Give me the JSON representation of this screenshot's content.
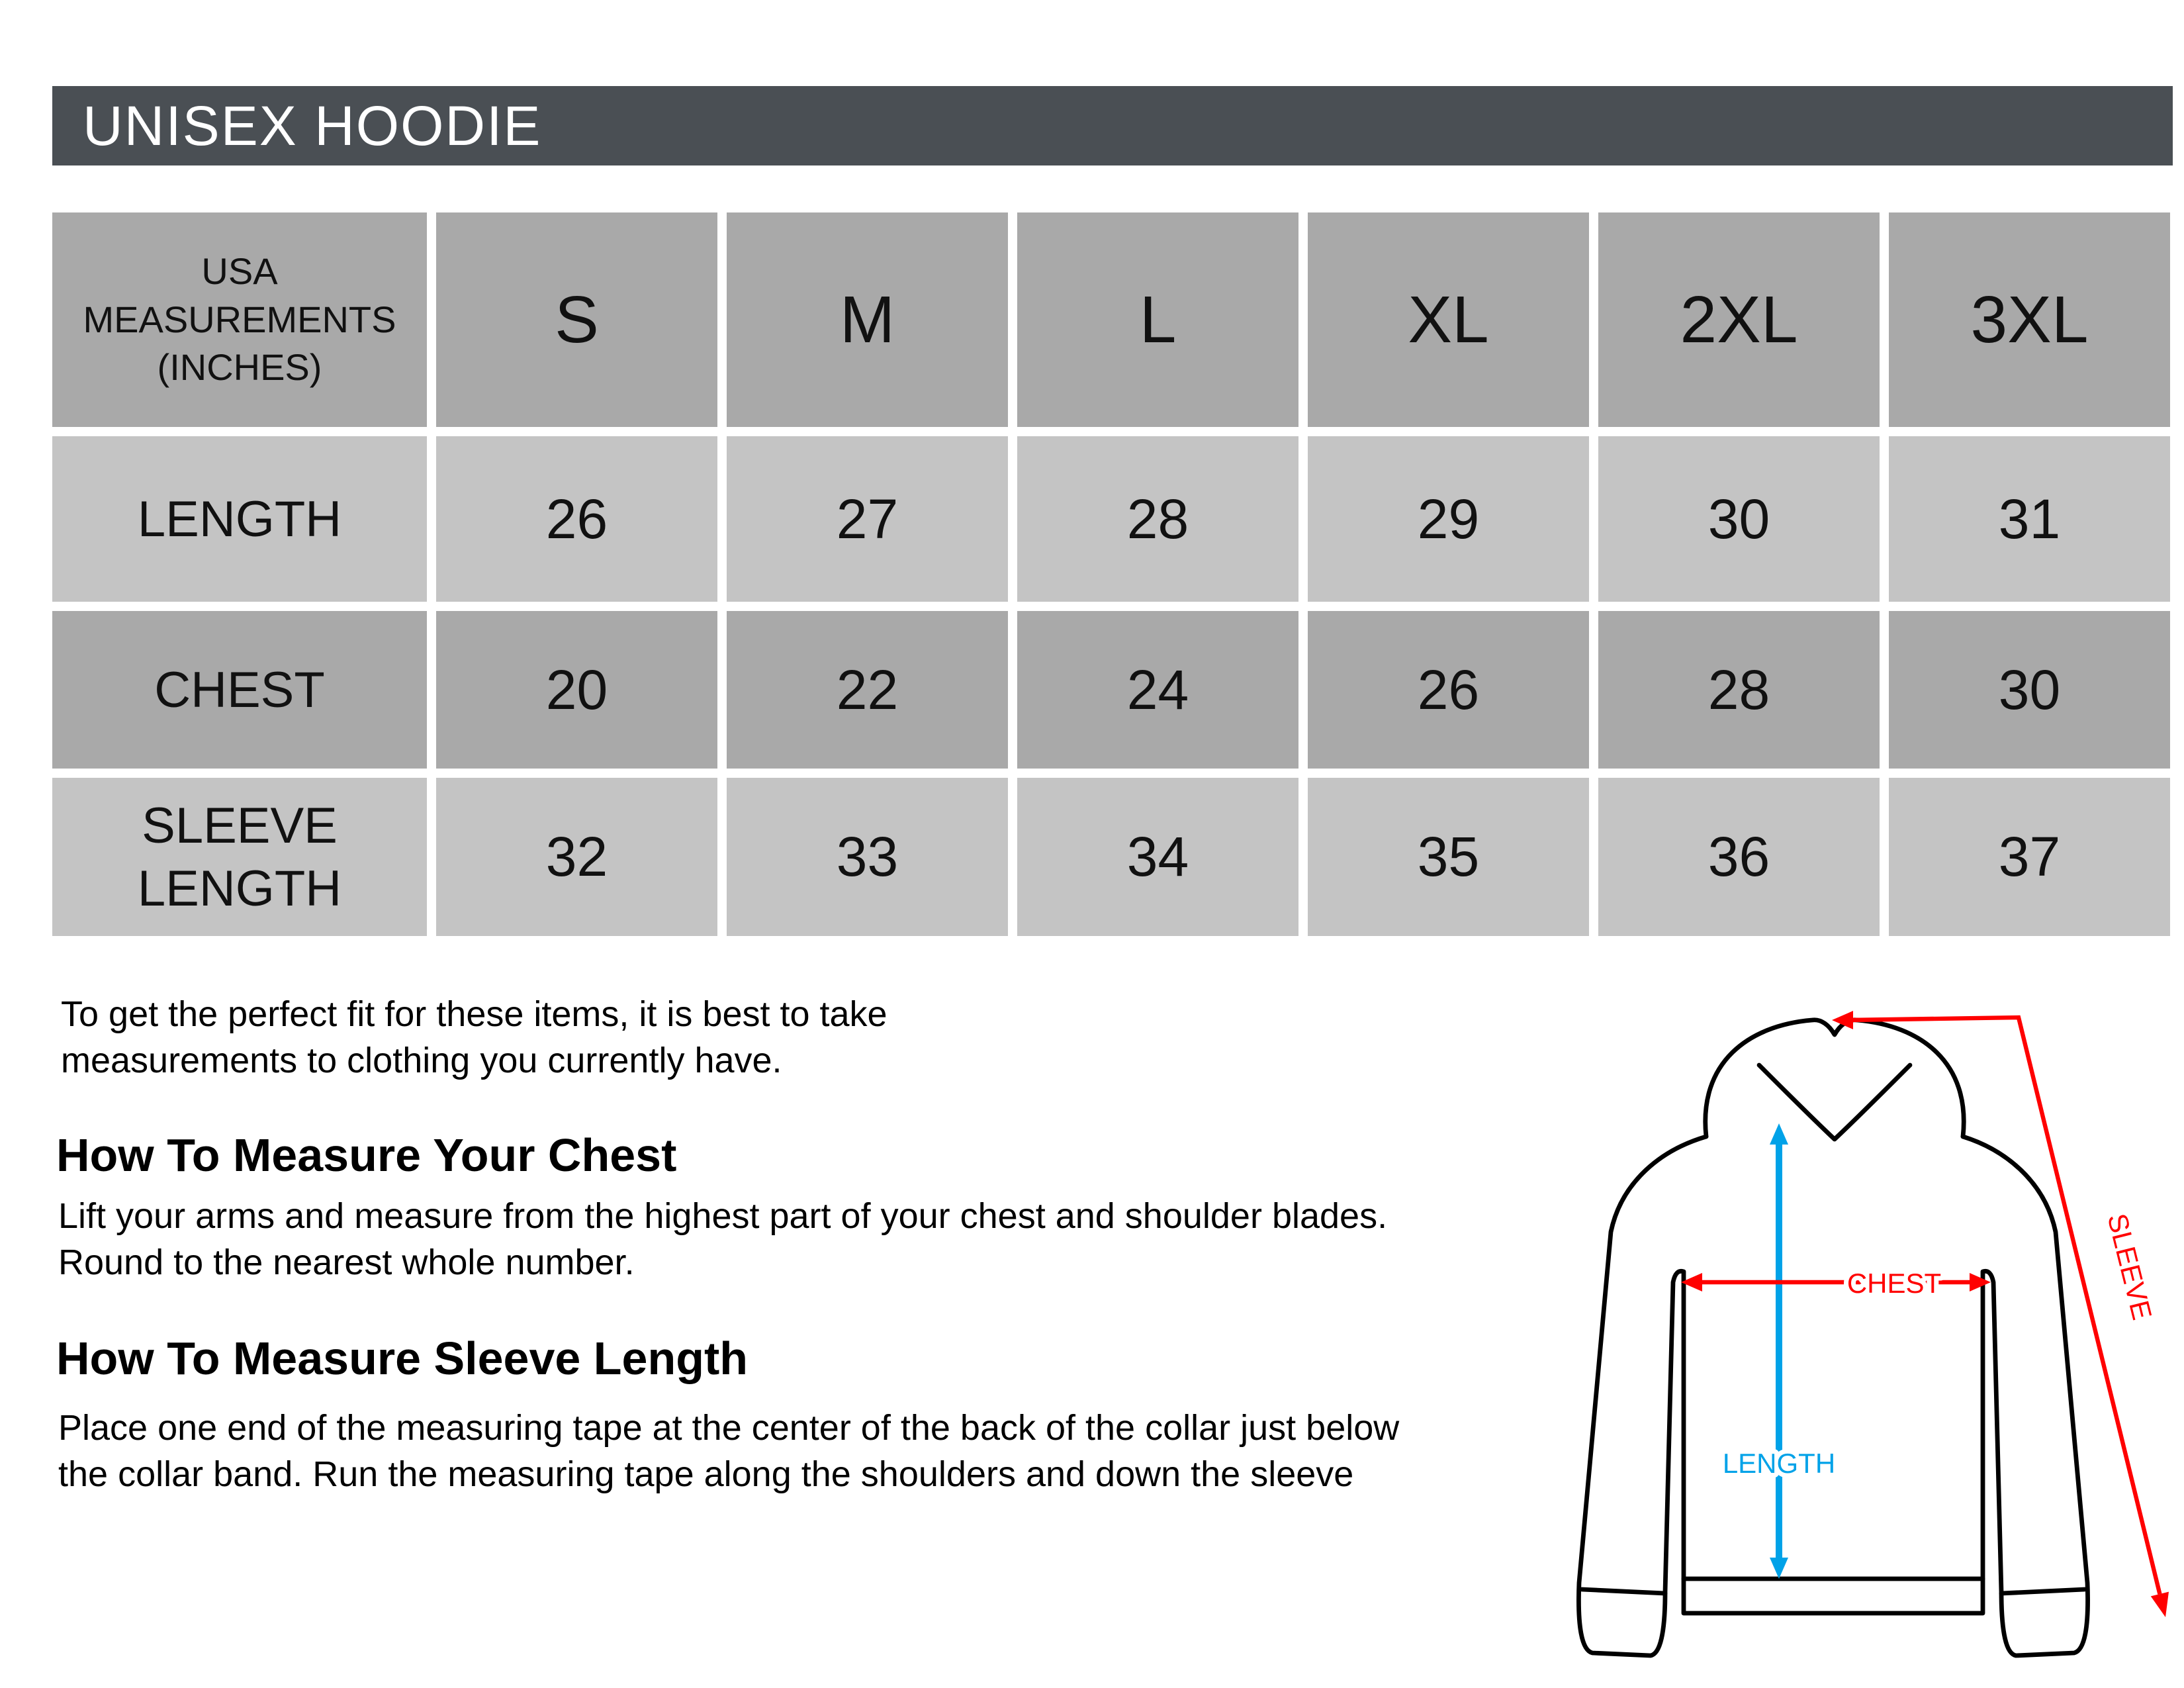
{
  "title": "UNISEX HOODIE",
  "table": {
    "corner_header_lines": [
      "USA",
      "MEASUREMENTS",
      "(INCHES)"
    ],
    "size_headers": [
      "S",
      "M",
      "L",
      "XL",
      "2XL",
      "3XL"
    ],
    "rows": [
      {
        "label_lines": [
          "LENGTH"
        ],
        "values": [
          "26",
          "27",
          "28",
          "29",
          "30",
          "31"
        ]
      },
      {
        "label_lines": [
          "CHEST"
        ],
        "values": [
          "20",
          "22",
          "24",
          "26",
          "28",
          "30"
        ]
      },
      {
        "label_lines": [
          "SLEEVE",
          "LENGTH"
        ],
        "values": [
          "32",
          "33",
          "34",
          "35",
          "36",
          "37"
        ]
      }
    ]
  },
  "fit_note_lines": [
    "To get the perfect fit for these items, it is best to take",
    "measurements to clothing you currently have."
  ],
  "sections": [
    {
      "heading": "How To Measure Your Chest",
      "body_lines": [
        "Lift your arms and measure from the highest part of your chest and shoulder blades.",
        "Round to the nearest whole number."
      ]
    },
    {
      "heading": "How To Measure Sleeve Length",
      "body_lines": [
        "Place one end of the measuring tape at the center of the back of the collar just below",
        "the collar band. Run the measuring tape along the shoulders and down the sleeve"
      ]
    }
  ],
  "diagram": {
    "sleeve_label": "SLEEVE",
    "chest_label": "CHEST",
    "length_label": "LENGTH"
  },
  "colors": {
    "header_bar": "#4a4f54",
    "row_gray_dark": "#a9a9a9",
    "row_gray_light": "#c4c4c4",
    "arrow_red": "#ff0000",
    "arrow_blue": "#00a2e8",
    "outline_black": "#000000"
  }
}
